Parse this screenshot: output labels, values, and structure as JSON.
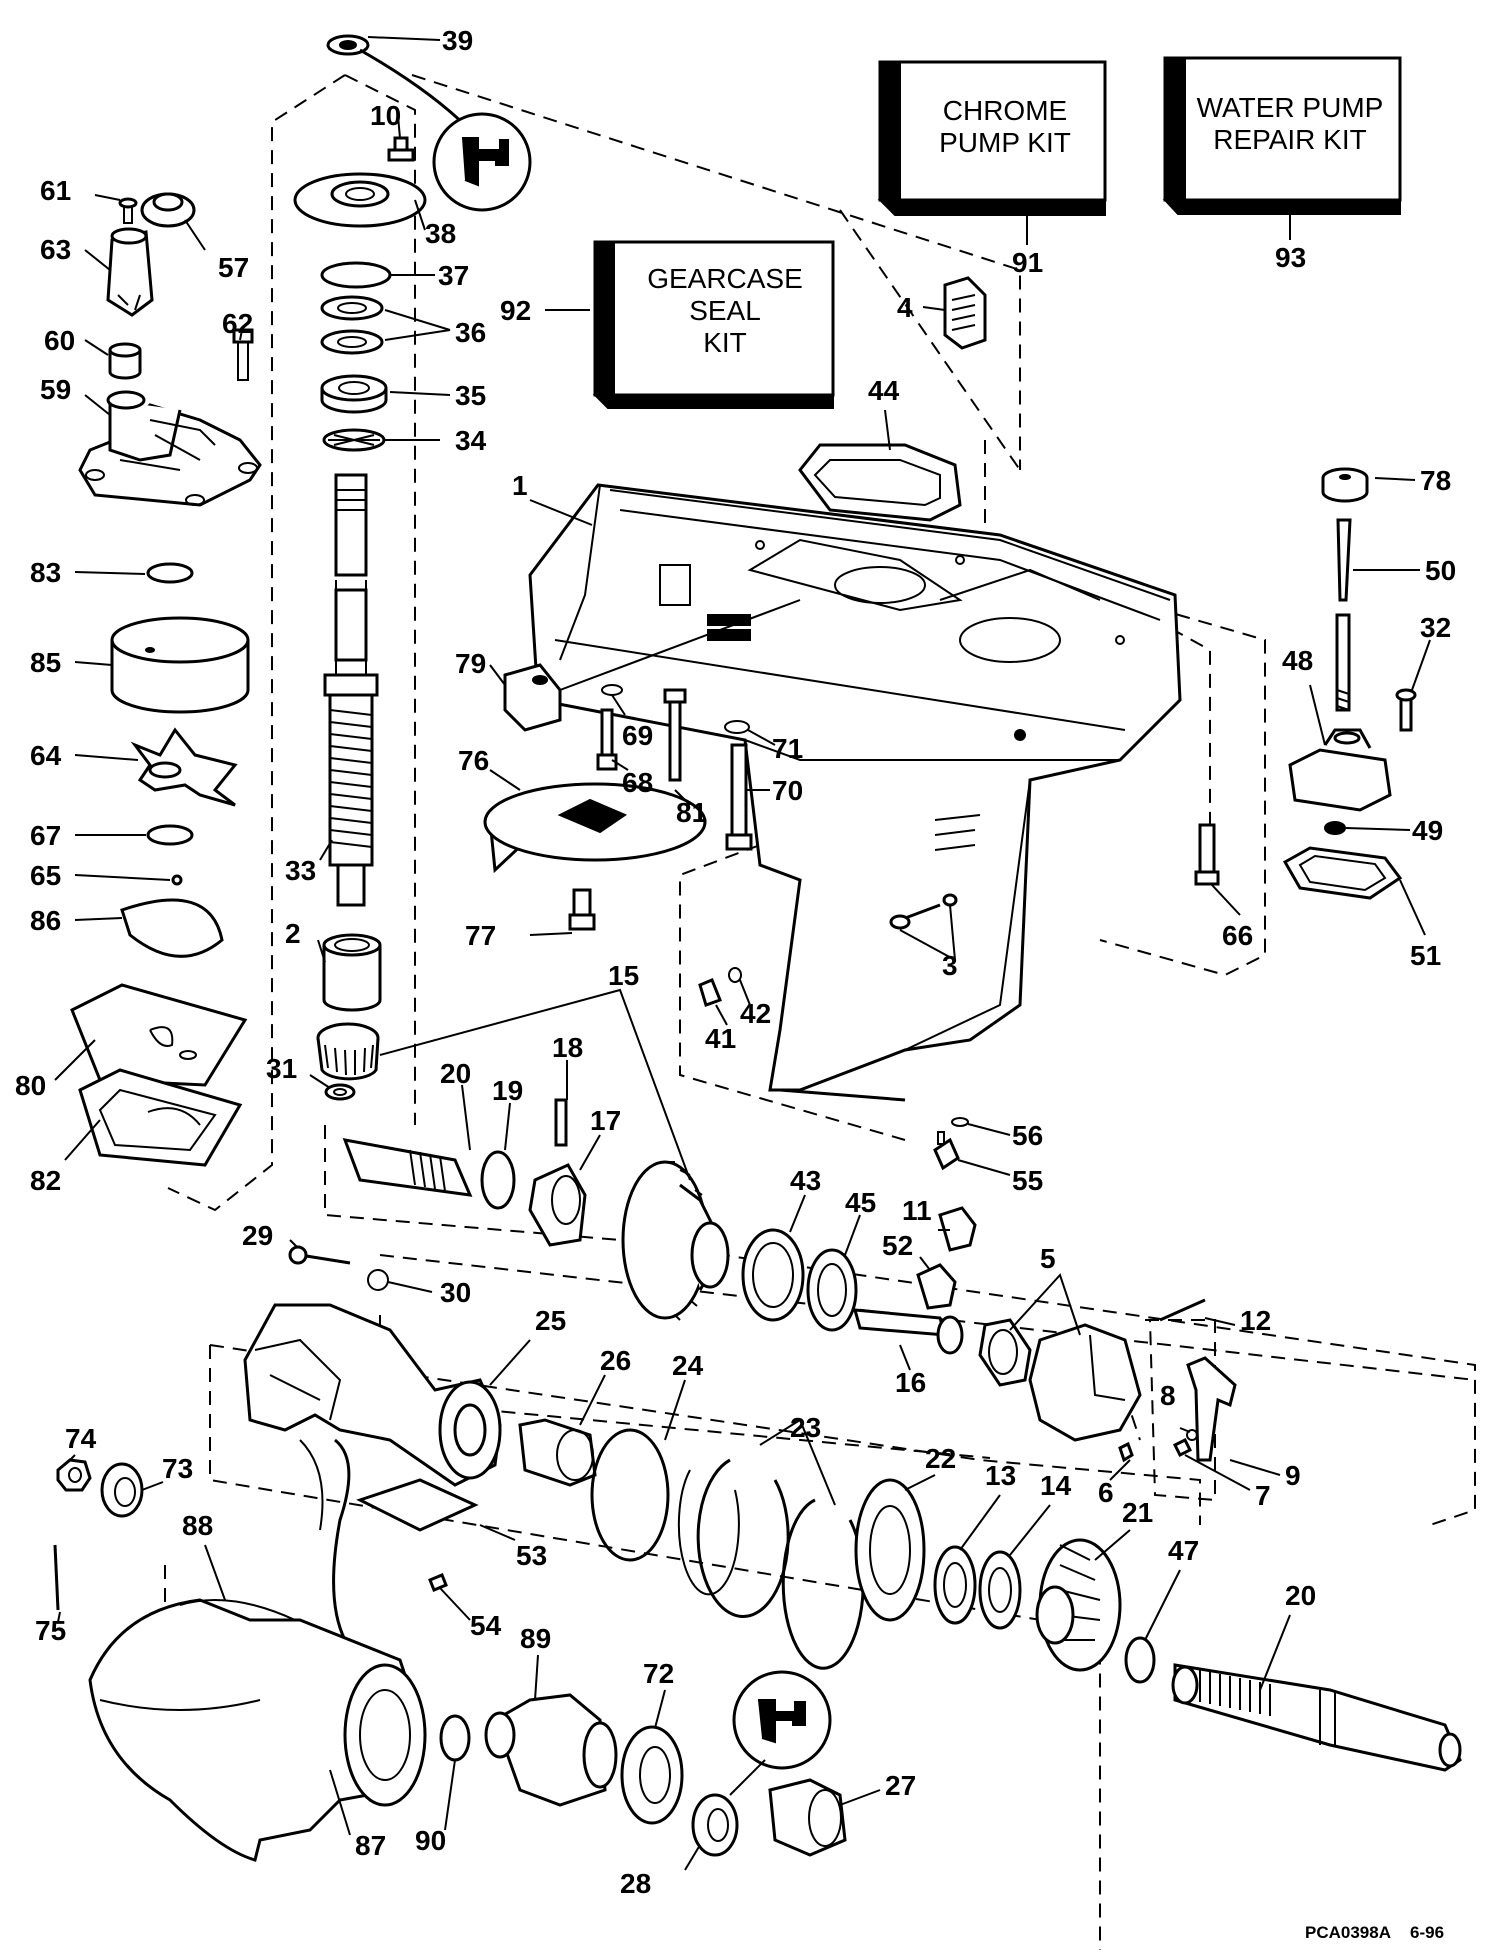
{
  "kits": {
    "chrome": [
      "CHROME",
      "PUMP KIT"
    ],
    "water": [
      "WATER PUMP",
      "REPAIR KIT"
    ],
    "gearcase": [
      "GEARCASE",
      "SEAL",
      "KIT"
    ]
  },
  "callouts": {
    "n39": "39",
    "n10": "10",
    "n38": "38",
    "n37": "37",
    "n36": "36",
    "n35": "35",
    "n34": "34",
    "n33": "33",
    "n2": "2",
    "n15": "15",
    "n31": "31",
    "n61": "61",
    "n57": "57",
    "n63": "63",
    "n62": "62",
    "n60": "60",
    "n59": "59",
    "n83": "83",
    "n85": "85",
    "n64": "64",
    "n67": "67",
    "n65": "65",
    "n86": "86",
    "n80": "80",
    "n82": "82",
    "n91": "91",
    "n93": "93",
    "n92": "92",
    "n4": "4",
    "n44": "44",
    "n1": "1",
    "n78": "78",
    "n50": "50",
    "n32": "32",
    "n48": "48",
    "n49": "49",
    "n51": "51",
    "n66": "66",
    "n79": "79",
    "n69": "69",
    "n68": "68",
    "n81": "81",
    "n71": "71",
    "n70": "70",
    "n76": "76",
    "n77": "77",
    "n3": "3",
    "n41": "41",
    "n42": "42",
    "n56": "56",
    "n55": "55",
    "n20a": "20",
    "n19": "19",
    "n18": "18",
    "n17": "17",
    "n43": "43",
    "n45": "45",
    "n11": "11",
    "n52": "52",
    "n5": "5",
    "n12": "12",
    "n16": "16",
    "n8": "8",
    "n9": "9",
    "n7": "7",
    "n6": "6",
    "n29": "29",
    "n30": "30",
    "n25": "25",
    "n26": "26",
    "n24": "24",
    "n23": "23",
    "n22": "22",
    "n13": "13",
    "n14": "14",
    "n21": "21",
    "n47": "47",
    "n20b": "20",
    "n74": "74",
    "n73": "73",
    "n75": "75",
    "n88": "88",
    "n53": "53",
    "n54": "54",
    "n89": "89",
    "n72": "72",
    "n27": "27",
    "n90": "90",
    "n87": "87",
    "n28": "28"
  },
  "footer": {
    "drawing_code": "PCA0398A",
    "date": "6-96"
  }
}
